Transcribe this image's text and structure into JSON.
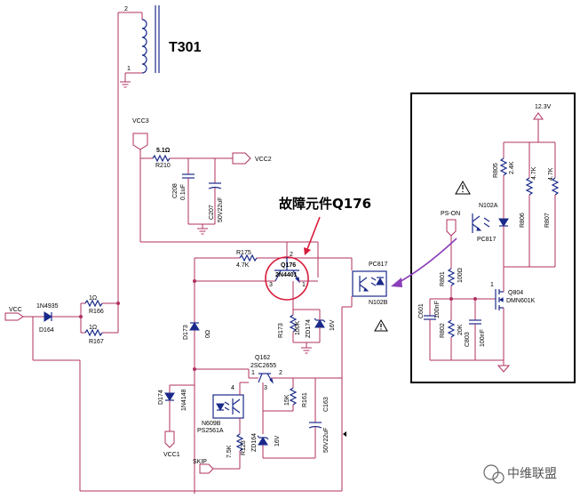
{
  "transformer": {
    "name": "T301",
    "pin_top": "2",
    "pin_bottom": "1"
  },
  "annotation": {
    "text": "故障元件Q176"
  },
  "watermark": {
    "text": "中维联盟"
  },
  "nets": {
    "vcc3": "VCC3",
    "vcc2": "VCC2",
    "vcc": "VCC",
    "vcc1": "VCC1",
    "skip": "SKIP",
    "ps_on": "PS-ON",
    "v123": "12.3V"
  },
  "components": {
    "r210": {
      "value": "5.1Ω",
      "ref": "R210"
    },
    "c208": {
      "ref": "C208",
      "value": "0.1uF"
    },
    "c207": {
      "ref": "C207",
      "value": "50V22uF"
    },
    "d164": {
      "ref": "D164",
      "part": "1N4935"
    },
    "r166": {
      "value": "1Ω",
      "ref": "R166"
    },
    "r167": {
      "value": "1Ω",
      "ref": "R167"
    },
    "r175": {
      "ref": "R175",
      "value": "4.7K"
    },
    "q176": {
      "ref": "Q176",
      "part": "2N4401",
      "pins": [
        "2",
        "3",
        "1"
      ]
    },
    "pc817_main": {
      "ref": "PC817",
      "sub": "N102B"
    },
    "d173": {
      "ref": "D173",
      "value": "0Ω"
    },
    "r173": {
      "ref": "R173",
      "value": "100K"
    },
    "zd174": {
      "ref": "ZD174",
      "value": "16V"
    },
    "q162": {
      "ref": "Q162",
      "part": "2SC2655",
      "pins": [
        "1",
        "3",
        "2"
      ]
    },
    "d174": {
      "ref": "D174",
      "part": "1N4148"
    },
    "n609b": {
      "ref": "N609B",
      "part": "PS2561A",
      "pin": "4"
    },
    "r161": {
      "ref": "R161",
      "value": "15K"
    },
    "c163": {
      "ref": "C163",
      "value": "50V22uF"
    },
    "r123": {
      "ref": "R123",
      "value": "7.5K"
    },
    "zd164": {
      "ref": "ZD164",
      "value": "16V"
    },
    "r805": {
      "ref": "R805",
      "value": "2.4K"
    },
    "r806": {
      "ref": "R806",
      "value": "4.7K"
    },
    "r807": {
      "ref": "R807",
      "value": "4.7K"
    },
    "n102a": {
      "ref": "N102A",
      "part": "PC817"
    },
    "r801": {
      "ref": "R801",
      "value": "100Ω"
    },
    "c601": {
      "ref": "C601",
      "value": "100nF"
    },
    "r802": {
      "ref": "R802",
      "value": "20K"
    },
    "c803": {
      "ref": "C803",
      "value": "100nF"
    },
    "q804": {
      "ref": "Q804",
      "part": "DMN601K",
      "pin": "1"
    }
  },
  "colors": {
    "wire": "#b03060",
    "component": "#1a2a8a",
    "highlight": "#d81b3a",
    "frame": "#000000",
    "arrow": "#8a3fb8"
  }
}
